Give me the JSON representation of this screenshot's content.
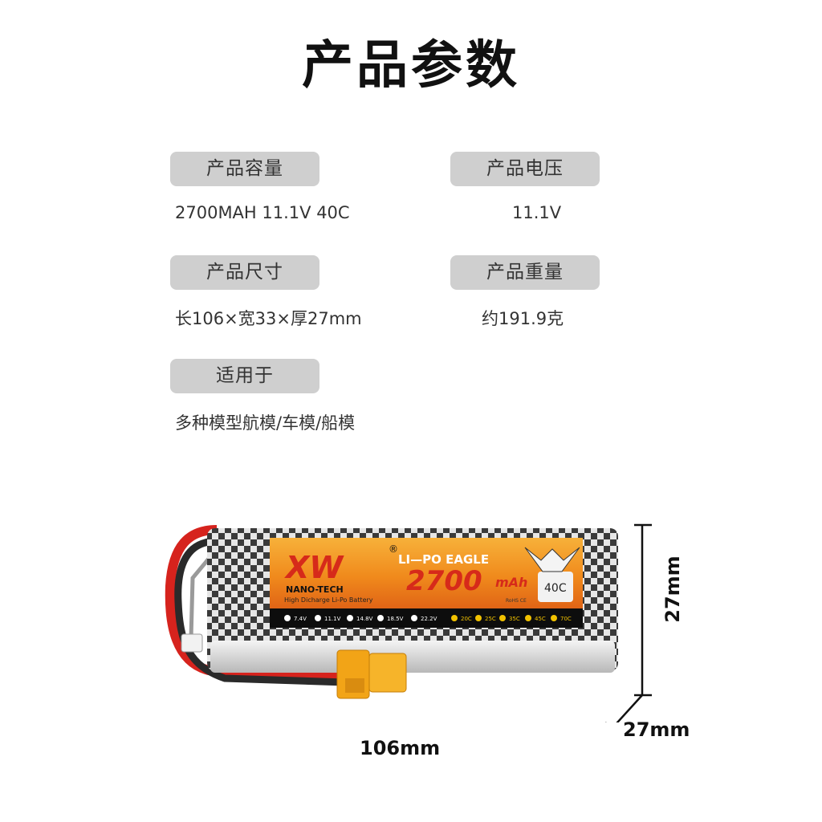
{
  "page": {
    "title": "产品参数"
  },
  "specs": {
    "capacity": {
      "label": "产品容量",
      "value": "2700MAH 11.1V 40C"
    },
    "voltage": {
      "label": "产品电压",
      "value": "11.1V"
    },
    "size": {
      "label": "产品尺寸",
      "value": "长106×宽33×厚27mm"
    },
    "weight": {
      "label": "产品重量",
      "value": "约191.9克"
    },
    "usage": {
      "label": "适用于",
      "value": "多种模型航模/车模/船模"
    }
  },
  "dimensions": {
    "length": "106mm",
    "height": "27mm",
    "depth": "27mm"
  },
  "battery_label": {
    "brand_logo": "XW",
    "registered": "®",
    "product_line": "LI—PO EAGLE",
    "capacity": "2700",
    "capacity_unit": "mAh",
    "c_rating": "40C",
    "maker": "NANO-TECH",
    "tagline": "High Dicharge Li-Po Battery",
    "cert": "RoHS CE",
    "voltage_options": [
      "7.4V",
      "11.1V",
      "14.8V",
      "18.5V",
      "22.2V"
    ],
    "c_options": [
      "20C",
      "25C",
      "35C",
      "45C",
      "70C"
    ]
  },
  "colors": {
    "pill_bg": "#cfcfcf",
    "label_orange": "#f08a1c",
    "label_red": "#d62a1a",
    "wire_red": "#d6231d",
    "connector_yellow": "#f2a417"
  }
}
